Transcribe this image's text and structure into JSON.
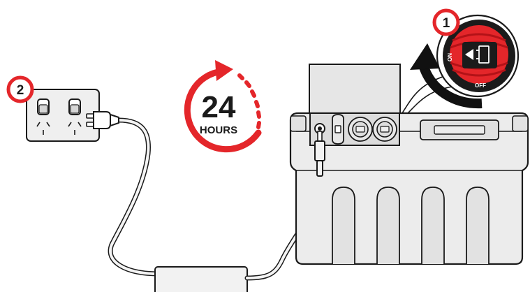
{
  "steps": [
    {
      "number": "1"
    },
    {
      "number": "2"
    }
  ],
  "timer": {
    "value": "24",
    "unit": "HOURS"
  },
  "switch_labels": {
    "on": "ON",
    "off": "OFF"
  },
  "colors": {
    "accent_red": "#e4262a",
    "dark_red": "#b31217",
    "outline": "#1a1a1a",
    "device_body": "#ececec",
    "panel_gray": "#dcdcdc",
    "switch_black": "#1b1b1b",
    "arrow_black": "#111111"
  }
}
